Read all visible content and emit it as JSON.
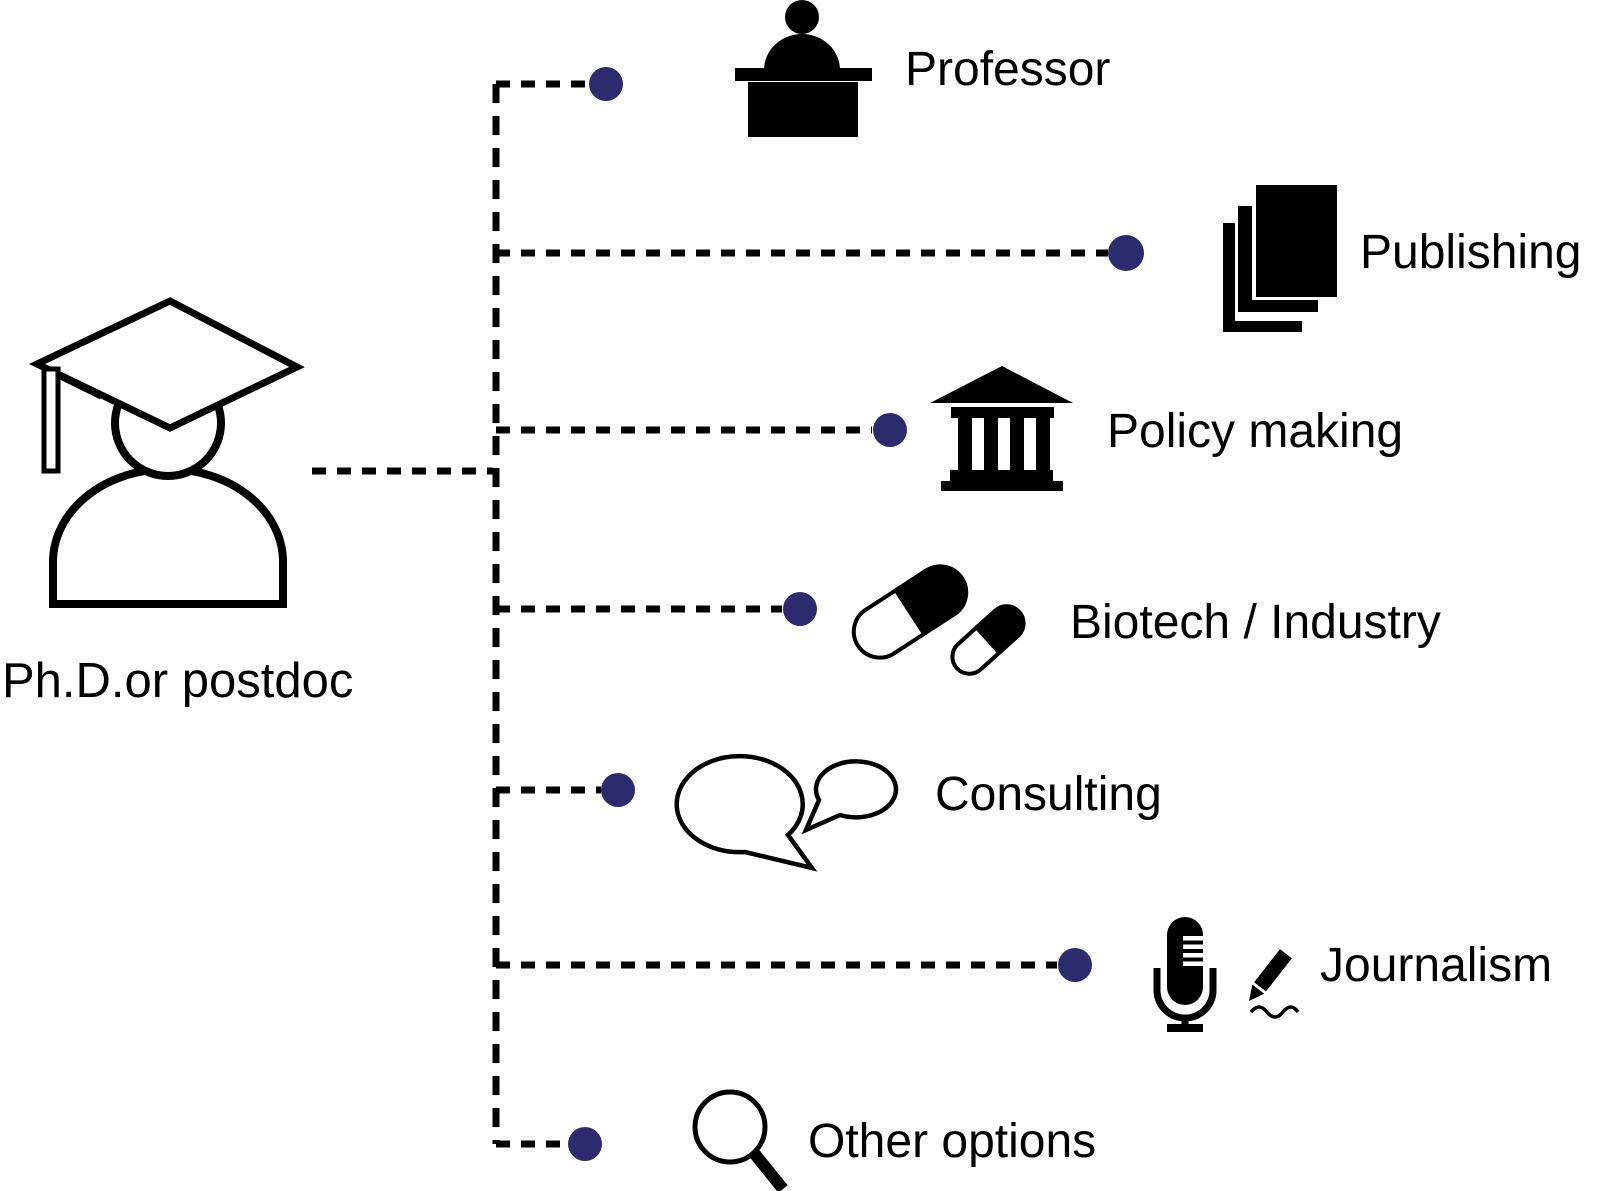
{
  "figure": {
    "label": "Ph.D.or postdoc",
    "icon": "graduate-icon"
  },
  "options": [
    {
      "label": "Professor",
      "icon": "lectern-speaker-icon"
    },
    {
      "label": "Publishing",
      "icon": "stacked-papers-icon"
    },
    {
      "label": "Policy making",
      "icon": "government-building-icon"
    },
    {
      "label": "Biotech / Industry",
      "icon": "pill-capsules-icon"
    },
    {
      "label": "Consulting",
      "icon": "speech-bubbles-icon"
    },
    {
      "label": "Journalism",
      "icon": "microphone-and-pen-icon"
    },
    {
      "label": "Other options",
      "icon": "magnifier-icon"
    }
  ],
  "colors": {
    "connector_dot": "#2b2b6e",
    "line": "#000000",
    "text": "#000000",
    "background": "#ffffff"
  }
}
